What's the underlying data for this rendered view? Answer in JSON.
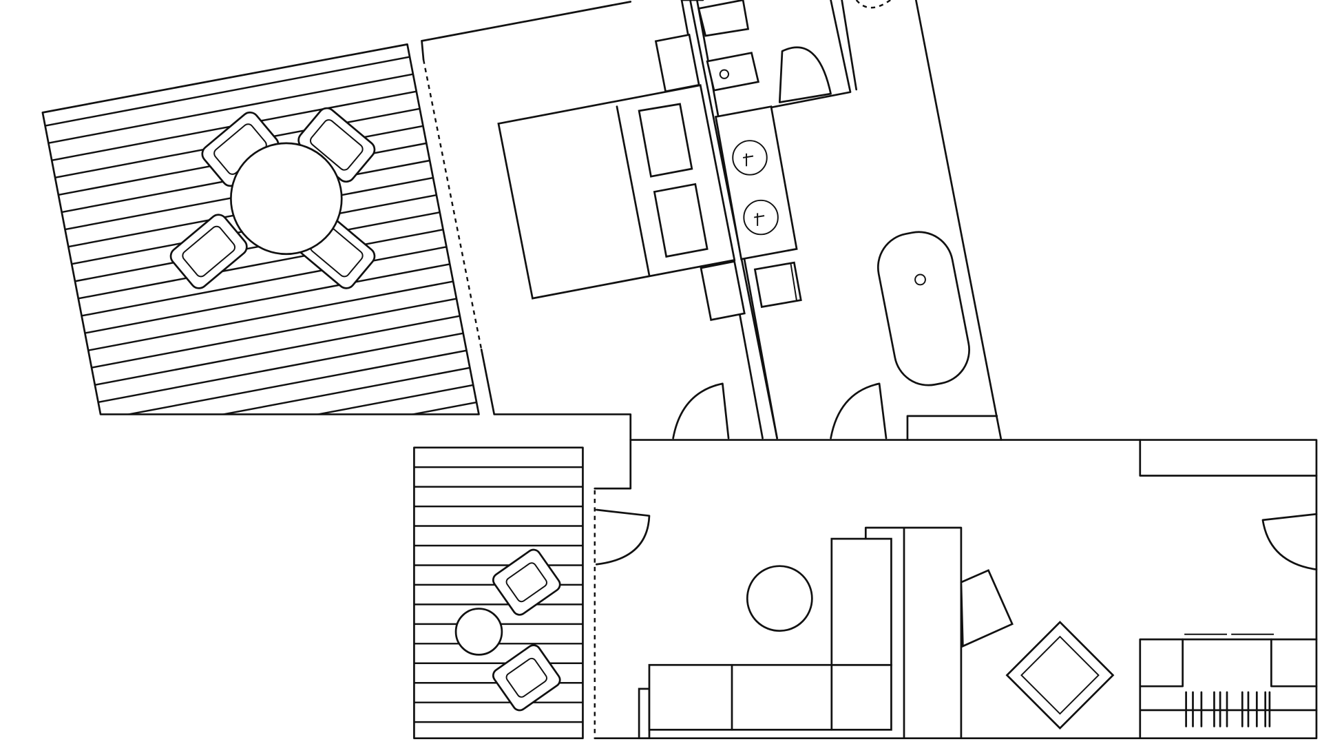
{
  "floor_plan": {
    "upper_suite": {
      "terrace": [
        "dining-table",
        "chair",
        "chair",
        "chair",
        "chair"
      ],
      "bedroom": [
        "double-bed",
        "pillow",
        "pillow",
        "nightstand",
        "nightstand"
      ],
      "bathroom": [
        "bathtub",
        "double-vanity",
        "toilet",
        "shower"
      ]
    },
    "lower_suite": {
      "balcony": [
        "side-table",
        "lounge-chair",
        "lounge-chair"
      ],
      "living_room": [
        "sofa",
        "round-table",
        "armchair",
        "desk",
        "wardrobe"
      ]
    }
  }
}
